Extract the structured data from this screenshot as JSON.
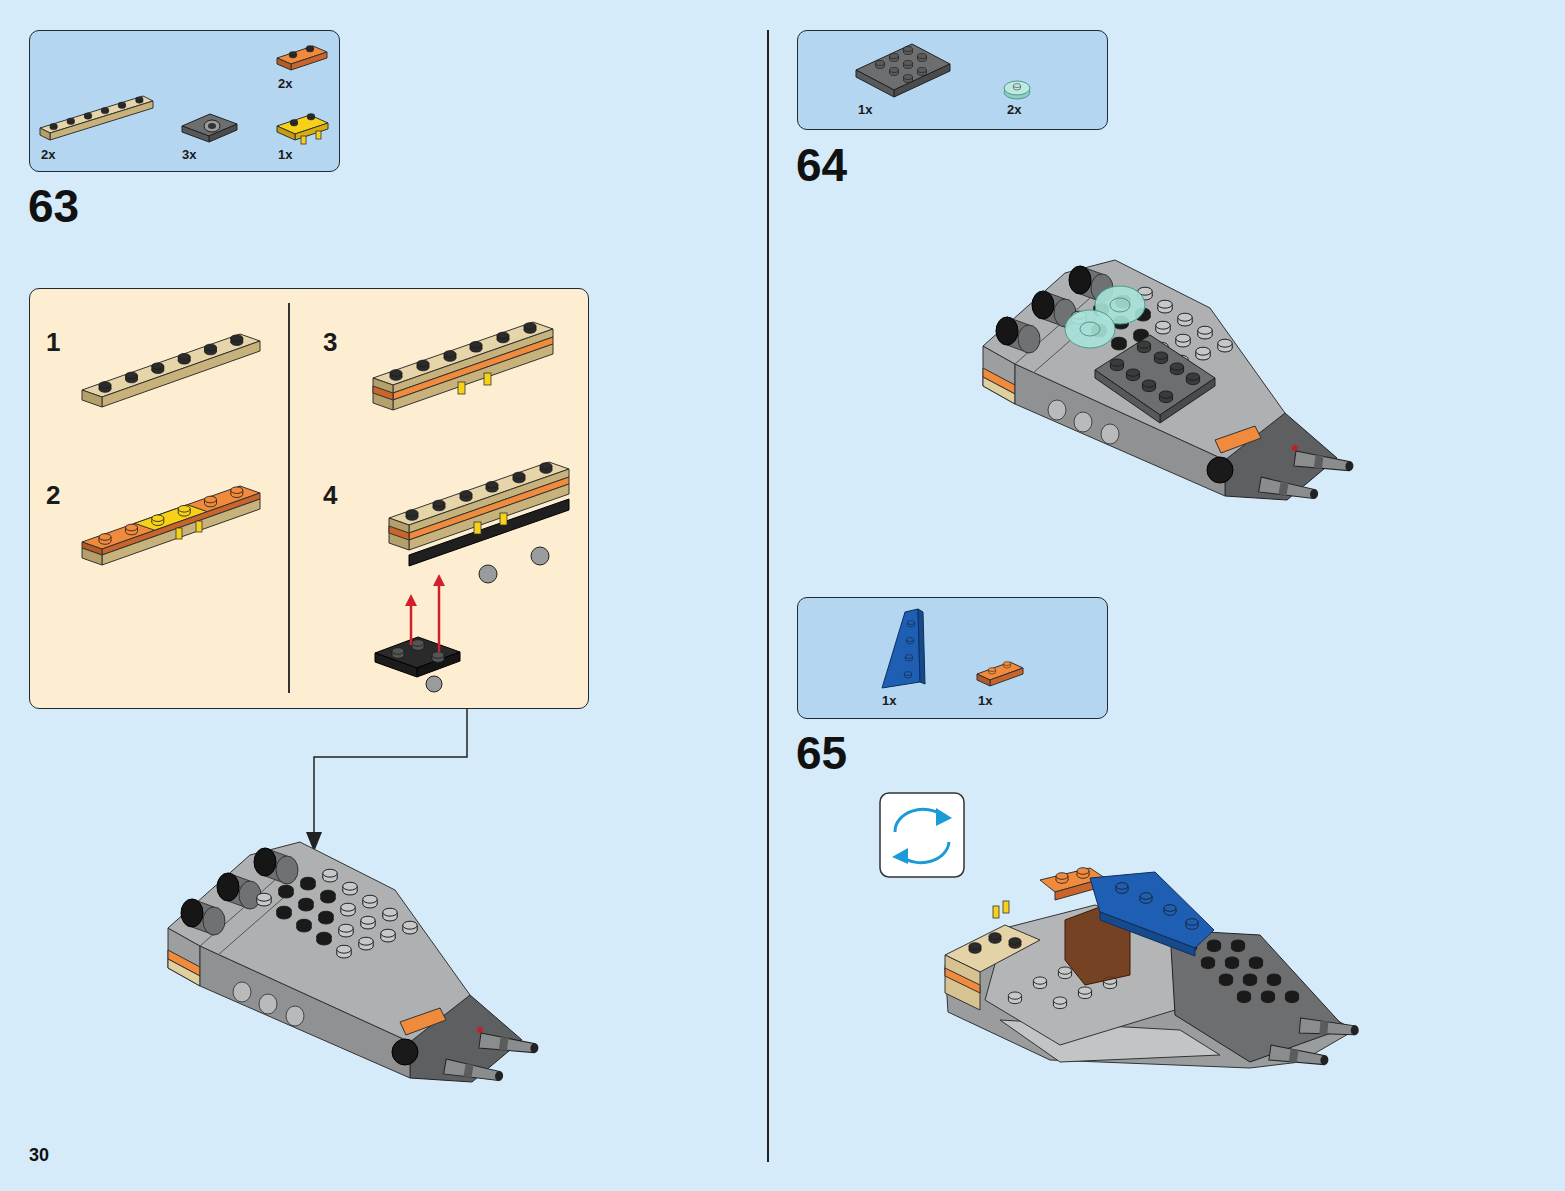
{
  "diagram": {
    "nodes": [
      {
        "text": [
          "2x",
          "2x",
          "3x",
          "1x"
        ]
      },
      {
        "text": [
          "1",
          "2",
          "3",
          "4"
        ]
      },
      {
        "text": [
          "1x",
          "2x"
        ]
      },
      {
        "text": [
          "1x",
          "1x"
        ]
      }
    ],
    "labels": [
      "63",
      "64",
      "65",
      "30"
    ]
  }
}
